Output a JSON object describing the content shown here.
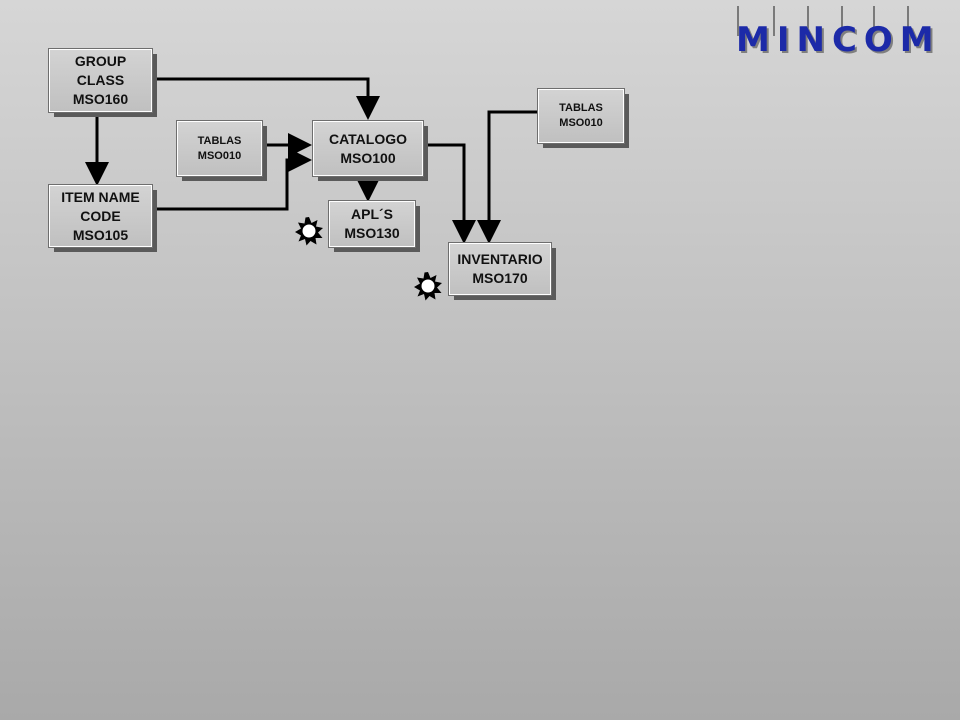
{
  "logo": {
    "text": "MINCOM",
    "color": "#1c2aa8"
  },
  "boxes": {
    "group_class": {
      "line1": "GROUP",
      "line2": "CLASS",
      "line3": "MSO160"
    },
    "item_name_code": {
      "line1": "ITEM NAME",
      "line2": "CODE",
      "line3": "MSO105"
    },
    "tablas_left": {
      "line1": "TABLAS",
      "line2": "MSO010"
    },
    "catalogo": {
      "line1": "CATALOGO",
      "line2": "MSO100"
    },
    "apls": {
      "line1": "APL´S",
      "line2": "MSO130"
    },
    "tablas_right": {
      "line1": "TABLAS",
      "line2": "MSO010"
    },
    "inventario": {
      "line1": "INVENTARIO",
      "line2": "MSO170"
    }
  },
  "icons": [
    "sunburst-icon",
    "sunburst-icon"
  ],
  "colors": {
    "box_fill": "#c8c8c8",
    "connector": "#000000",
    "shadow": "#5a5a5a"
  }
}
